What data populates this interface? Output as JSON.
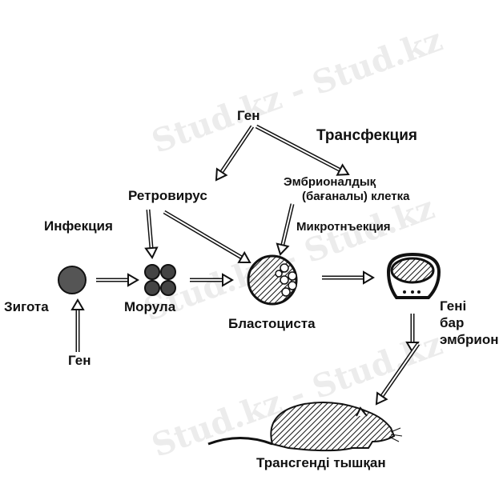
{
  "watermark": "Stud.kz - Stud.kz",
  "labels": {
    "gene_top": "Ген",
    "transfection": "Трансфекция",
    "retrovirus": "Ретровирус",
    "embryonic_1": "Эмбрионалдық",
    "embryonic_2": "(бағаналы) клетка",
    "infection": "Инфекция",
    "microinjection": "Микротнъекция",
    "zygote": "Зигота",
    "morula": "Морула",
    "blastocyst": "Бластоциста",
    "embryo_1": "Гені",
    "embryo_2": "бар",
    "embryo_3": "эмбрион",
    "gene_bottom": "Ген",
    "mouse": "Трансгенді тышқан"
  }
}
